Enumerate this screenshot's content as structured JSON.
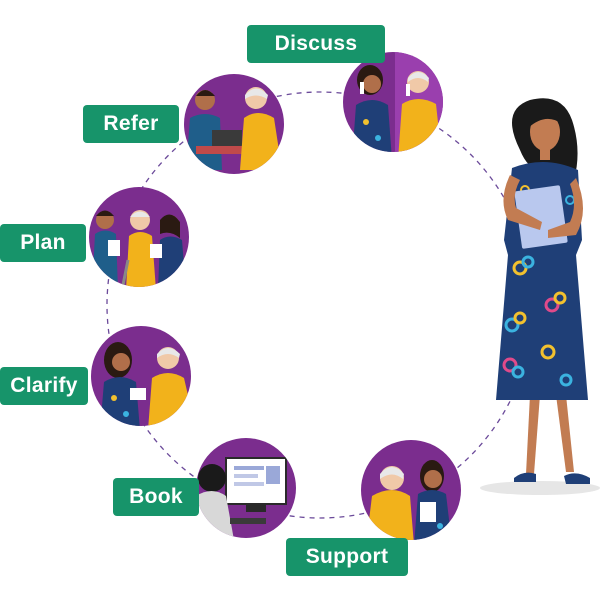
{
  "steps": [
    {
      "id": "discuss",
      "label": "Discuss"
    },
    {
      "id": "refer",
      "label": "Refer"
    },
    {
      "id": "plan",
      "label": "Plan"
    },
    {
      "id": "clarify",
      "label": "Clarify"
    },
    {
      "id": "book",
      "label": "Book"
    },
    {
      "id": "support",
      "label": "Support"
    }
  ],
  "colors": {
    "label_bg": "#17946a",
    "circle_bg": "#7b2d8e",
    "dress": "#1f3f77",
    "loop_dash": "#6b4a9a"
  }
}
